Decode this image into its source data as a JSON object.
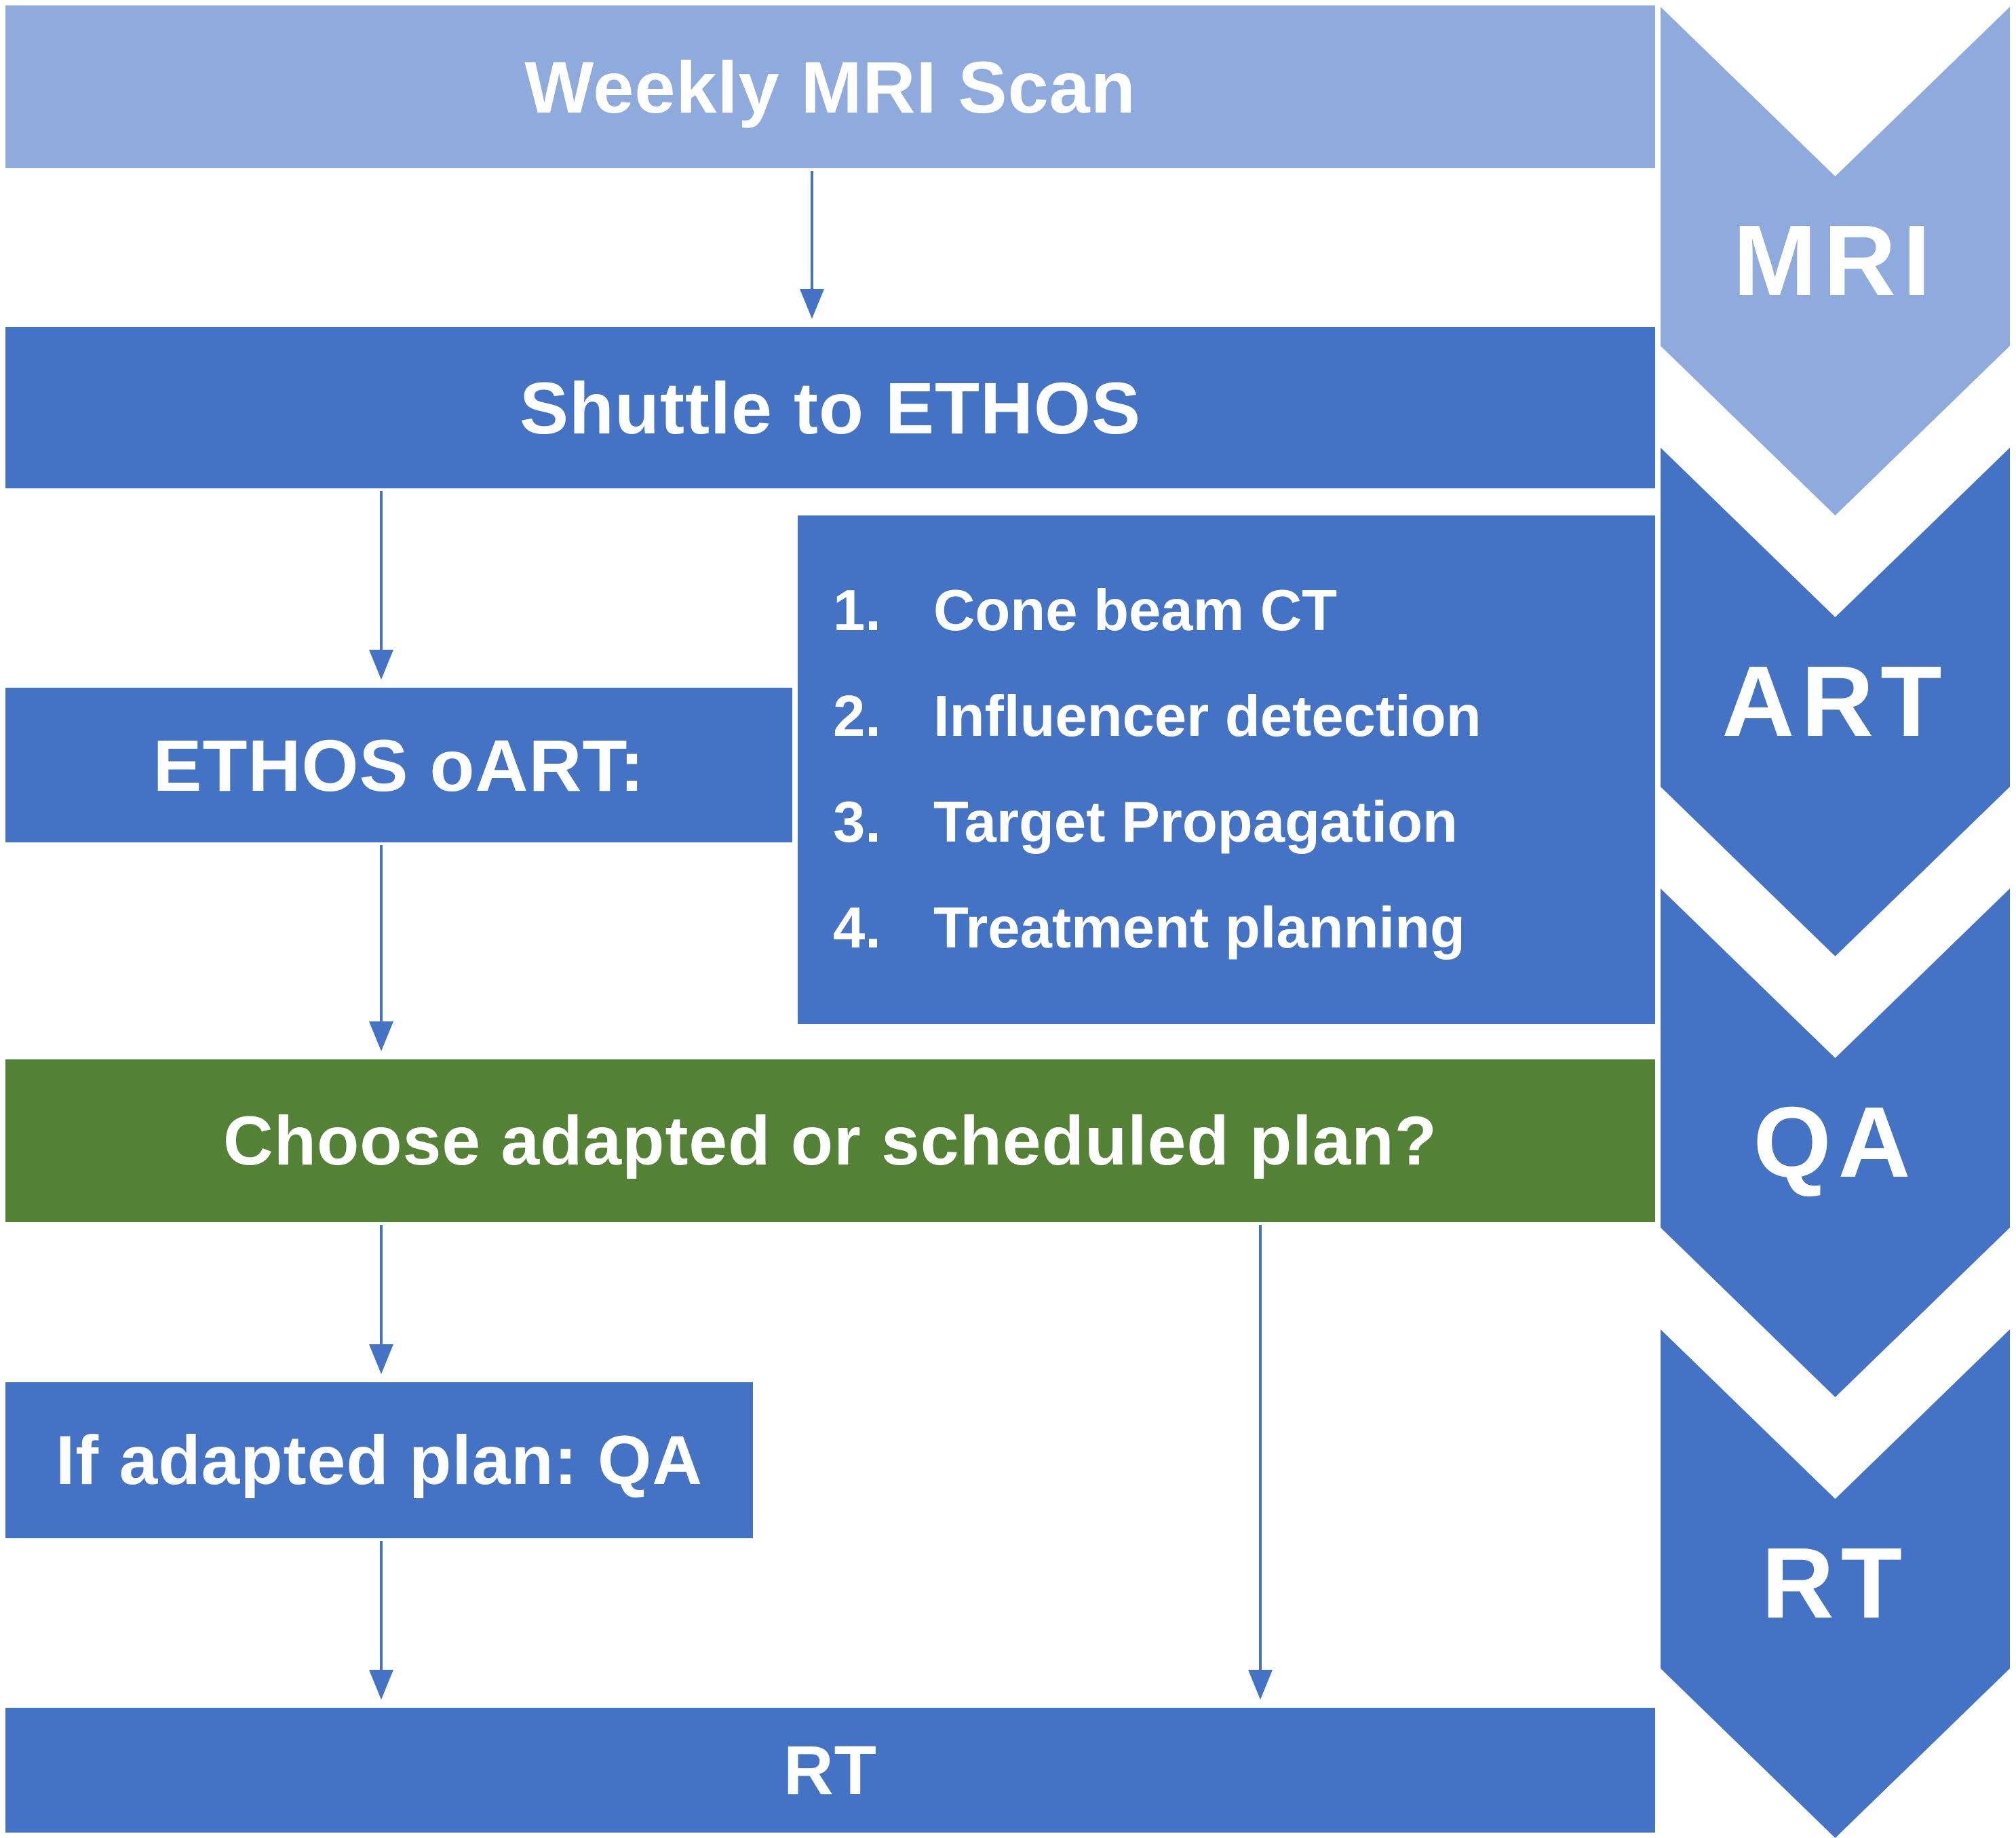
{
  "colors": {
    "light_blue": "#8FAADC",
    "blue": "#4472C4",
    "green": "#538135",
    "arrow": "#4472C4",
    "label_text": "#FFFFFF",
    "background": "#FFFFFF"
  },
  "flow": {
    "weekly_mri": "Weekly MRI Scan",
    "shuttle": "Shuttle to ETHOS",
    "ethos_oart": "ETHOS oART:",
    "choose_plan": "Choose adapted or scheduled plan?",
    "adapted_qa": "If adapted plan: QA",
    "rt": "RT"
  },
  "oart_steps": [
    {
      "num": "1.",
      "text": "Cone beam CT"
    },
    {
      "num": "2.",
      "text": "Influencer detection"
    },
    {
      "num": "3.",
      "text": "Target Propagation"
    },
    {
      "num": "4.",
      "text": "Treatment planning"
    }
  ],
  "stage_chevrons": [
    {
      "label": "MRI",
      "color": "#8FAADC"
    },
    {
      "label": "ART",
      "color": "#4472C4"
    },
    {
      "label": "QA",
      "color": "#4472C4"
    },
    {
      "label": "RT",
      "color": "#4472C4"
    }
  ]
}
